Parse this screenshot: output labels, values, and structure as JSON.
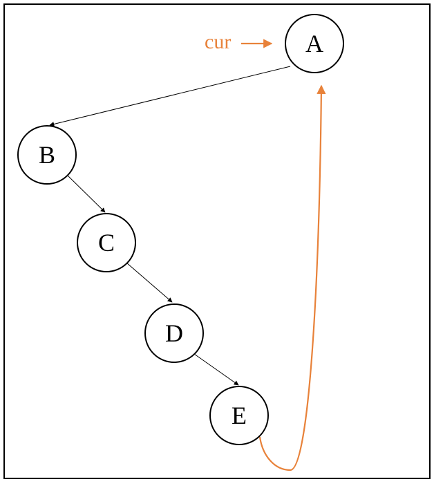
{
  "diagram": {
    "pointer_label": "cur",
    "accent_color": "#E8823A",
    "edge_color": "#000000",
    "nodes": [
      {
        "id": "A",
        "label": "A"
      },
      {
        "id": "B",
        "label": "B"
      },
      {
        "id": "C",
        "label": "C"
      },
      {
        "id": "D",
        "label": "D"
      },
      {
        "id": "E",
        "label": "E"
      }
    ],
    "edges": [
      {
        "from": "A",
        "to": "B"
      },
      {
        "from": "B",
        "to": "C"
      },
      {
        "from": "C",
        "to": "D"
      },
      {
        "from": "D",
        "to": "E"
      }
    ],
    "back_edge": {
      "from": "E",
      "to": "A",
      "color": "#E8823A"
    },
    "pointer": {
      "target": "A",
      "color": "#E8823A"
    }
  }
}
